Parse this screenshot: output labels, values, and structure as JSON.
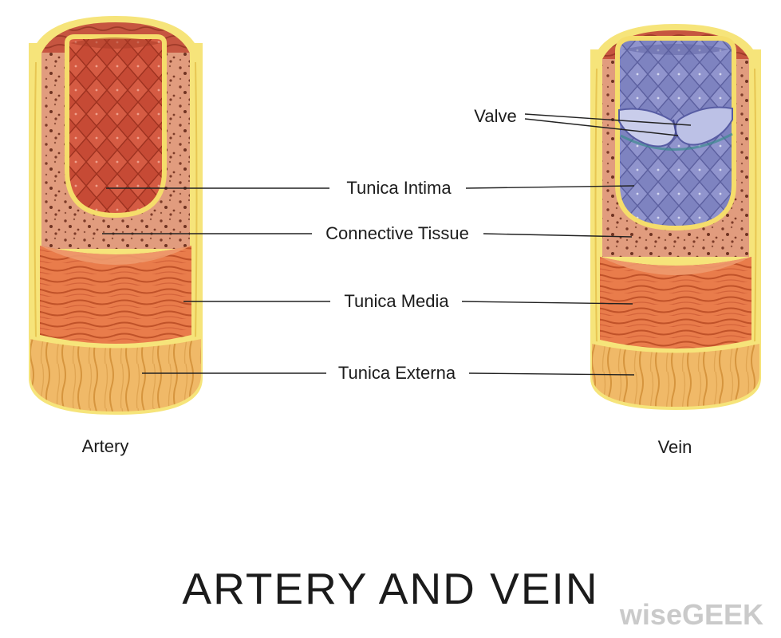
{
  "title": "ARTERY AND VEIN",
  "watermark": "wiseGEEK",
  "labels": {
    "valve": "Valve",
    "tunica_intima": "Tunica Intima",
    "connective_tissue": "Connective Tissue",
    "tunica_media": "Tunica Media",
    "tunica_externa": "Tunica Externa"
  },
  "vessels": {
    "artery": "Artery",
    "vein": "Vein"
  },
  "colors": {
    "outer_yellow": "#f6e47a",
    "wall_speckled_pink": "#e19c7e",
    "artery_lumen_red": "#c64a35",
    "vein_lumen_blue": "#7e83c0",
    "tunica_media_orange": "#e97c4b",
    "tunica_externa_tan": "#f0b968",
    "valve_lavender": "#c9cdeb",
    "label_text": "#1c1c1c",
    "watermark_gray": "#cacaca"
  }
}
